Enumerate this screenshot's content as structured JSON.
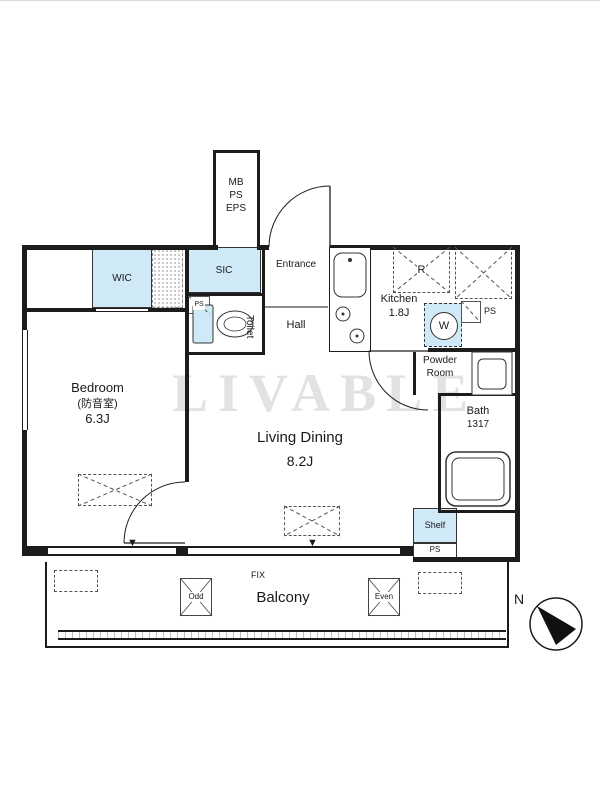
{
  "labels": {
    "shaft_line1": "MB",
    "shaft_line2": "PS",
    "shaft_line3": "EPS",
    "wic": "WIC",
    "sic": "SIC",
    "sic_ps": "PS",
    "entrance": "Entrance",
    "toilet": "Toilet",
    "hall": "Hall",
    "kitchen_name": "Kitchen",
    "kitchen_size": "1.8J",
    "fridge": "R",
    "ps_right": "PS",
    "washer": "W",
    "powder_line1": "Powder",
    "powder_line2": "Room",
    "bath_name": "Bath",
    "bath_size": "1317",
    "bedroom_name": "Bedroom",
    "bedroom_sub": "(防音室)",
    "bedroom_size": "6.3J",
    "living_name": "Living Dining",
    "living_size": "8.2J",
    "shelf": "Shelf",
    "shelf_ps": "PS",
    "fix": "FIX",
    "balcony": "Balcony",
    "odd": "Odd",
    "even": "Even",
    "north": "N",
    "window_marker": "▼"
  },
  "watermark": "LIVABLE",
  "colors": {
    "wall": "#1c1c1c",
    "fixture_blue": "#cfe9f7",
    "dashed_line": "#555"
  }
}
